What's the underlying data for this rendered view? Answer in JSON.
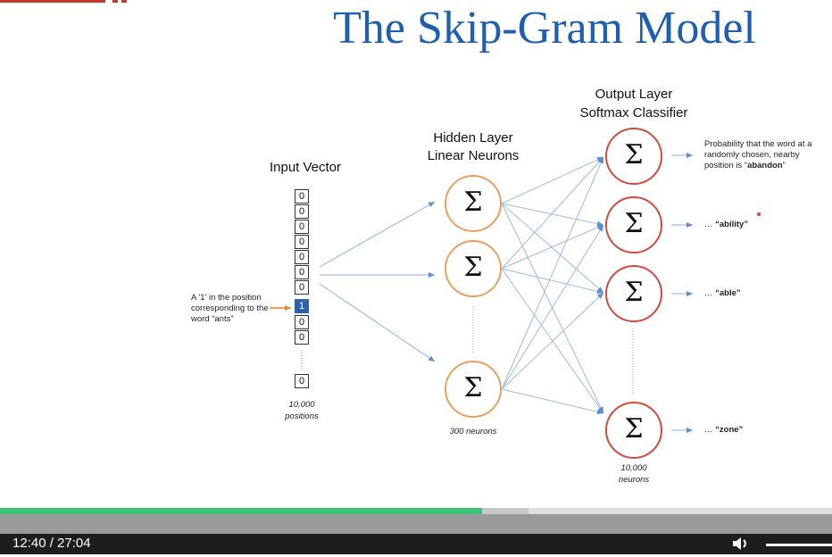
{
  "slide": {
    "title": "The Skip-Gram Model",
    "input": {
      "header": "Input Vector",
      "cells": [
        "0",
        "0",
        "0",
        "0",
        "0",
        "0",
        "0",
        "1",
        "0",
        "0"
      ],
      "last_cell": "0",
      "annotation": [
        "A '1' in the position",
        "corresponding to the",
        "word “ants”"
      ],
      "caption": [
        "10,000",
        "positions"
      ]
    },
    "hidden": {
      "header": [
        "Hidden Layer",
        "Linear Neurons"
      ],
      "symbol": "Σ",
      "caption": "300 neurons"
    },
    "output": {
      "header": [
        "Output Layer",
        "Softmax Classifier"
      ],
      "symbol": "Σ",
      "caption": [
        "10,000",
        "neurons"
      ],
      "labels": {
        "first": [
          "Probability that the word at a",
          "randomly chosen, nearby",
          "position is “",
          "abandon",
          "”"
        ],
        "second": [
          "… ",
          "“ability”"
        ],
        "third": [
          "… ",
          "“able”"
        ],
        "fourth": [
          "… ",
          "“zone”"
        ]
      }
    }
  },
  "player": {
    "time_display": "12:40 / 27:04",
    "progress_fraction": 0.58,
    "icons": {
      "volume": "speaker-icon"
    },
    "colors": {
      "played": "#3ec27a",
      "controls_bg": "#1d1d1d"
    }
  }
}
